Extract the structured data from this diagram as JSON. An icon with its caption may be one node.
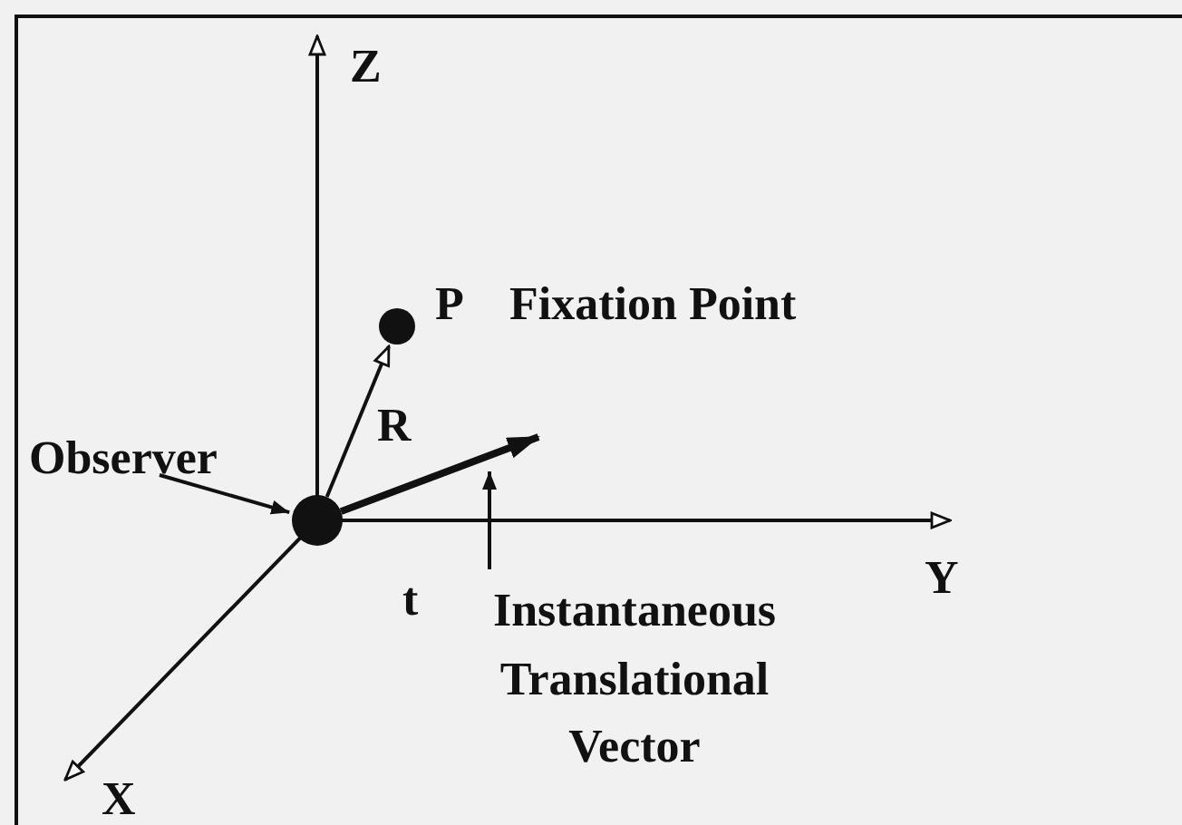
{
  "diagram": {
    "nodes": [
      {
        "text": [
          "Observer"
        ]
      },
      {
        "text": [],
        "shape": "circle"
      },
      {
        "text": [],
        "shape": "circle",
        "beside": [
          "P",
          "Fixation Point"
        ]
      },
      {
        "text": [
          "Instantaneous Translational Vector"
        ]
      }
    ],
    "edges": [
      {
        "from": 0,
        "to": 1,
        "arrow": "to"
      },
      {
        "from": 1,
        "to": 2,
        "arrow": "to",
        "label": "R"
      },
      {
        "from": 1,
        "to": null,
        "arrow": "to",
        "label": "t",
        "style": "thick"
      },
      {
        "from": 3,
        "to": null,
        "arrow": "to"
      }
    ],
    "labels": [
      "Z",
      "Y",
      "X"
    ]
  }
}
